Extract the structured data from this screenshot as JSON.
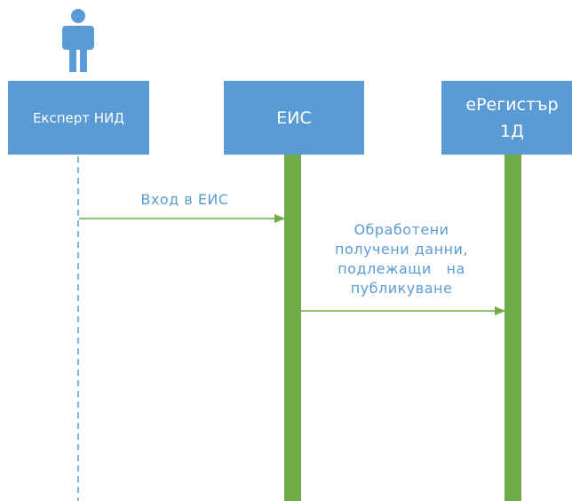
{
  "lifelines": {
    "expert": {
      "label": "Експерт НИД"
    },
    "eis": {
      "label": "ЕИС"
    },
    "eregistar": {
      "line1": "еРегистър",
      "line2": "1Д"
    }
  },
  "messages": [
    {
      "label_lines": [
        "Вход в ЕИС"
      ]
    },
    {
      "label_lines": [
        "Обработени",
        "получени данни,",
        "подлежащи   на",
        "публикуване"
      ]
    }
  ],
  "colors": {
    "box": "#5b9bd5",
    "activation": "#70ad47",
    "arrow": "#70ad47",
    "text": "#5b9bd5"
  },
  "icons": {
    "actor": "person-icon"
  }
}
